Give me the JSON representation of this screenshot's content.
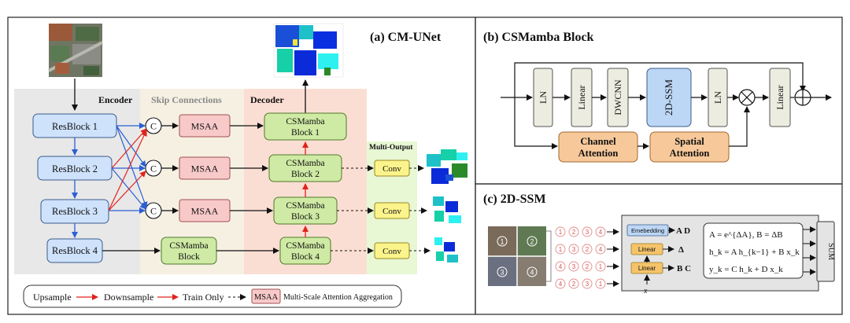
{
  "panel_a": {
    "title": "(a) CM-UNet",
    "encoder_label": "Encoder",
    "skip_label": "Skip Connections",
    "decoder_label": "Decoder",
    "multi_output_label": "Multi-Output",
    "resblocks": [
      "ResBlock 1",
      "ResBlock 2",
      "ResBlock 3",
      "ResBlock 4"
    ],
    "concat_symbol": "C",
    "msaa_label": "MSAA",
    "skip_block": [
      "CSMamba",
      "Block"
    ],
    "decoder_blocks": [
      [
        "CSMamba",
        "Block 1"
      ],
      [
        "CSMamba",
        "Block 2"
      ],
      [
        "CSMamba",
        "Block 3"
      ],
      [
        "CSMamba",
        "Block 4"
      ]
    ],
    "conv_label": "Conv",
    "legend": {
      "upsample": "Upsample",
      "downsample": "Downsample",
      "train_only": "Train Only",
      "msaa": "MSAA",
      "msaa_desc": "Multi-Scale Attention Aggregation"
    }
  },
  "panel_b": {
    "title": "(b) CSMamba Block",
    "blocks": [
      "LN",
      "Linear",
      "DWCNN",
      "2D-SSM",
      "LN",
      "Linear"
    ],
    "channel_attention": [
      "Channel",
      "Attention"
    ],
    "spatial_attention": [
      "Spatial",
      "Attention"
    ]
  },
  "panel_c": {
    "title": "(c) 2D-SSM",
    "quadrants": [
      "1",
      "2",
      "3",
      "4"
    ],
    "scan_orders": [
      [
        "1",
        "2",
        "3",
        "4"
      ],
      [
        "1",
        "3",
        "2",
        "4"
      ],
      [
        "4",
        "3",
        "2",
        "1"
      ],
      [
        "4",
        "2",
        "3",
        "1"
      ]
    ],
    "embedding": "Emebedding",
    "ad_label": "A D",
    "linear": "Linear",
    "delta": "Δ",
    "bc_label": "B C",
    "x_label": "x",
    "eq1": "A = e^{ΔA}, B = ΔB",
    "eq2": "h_k = A h_{k−1} + B x_k",
    "eq3": "y_k = C h_k + D x_k",
    "sum": "SUM"
  },
  "colors": {
    "resblock": "#cfe2fb",
    "msaa": "#f8c9c9",
    "csmamba": "#cfeaa4",
    "conv": "#fbf38b",
    "ssm": "#bcd7f5",
    "attention": "#f7c99a",
    "ln_linear": "#ecece0",
    "encoder_bg": "#e8e8e8",
    "skip_bg": "#f6f0e3",
    "decoder_bg": "#fbded3",
    "multi_bg": "#e8f7d4",
    "down_arrow": "#2a5fd6",
    "up_arrow": "#e0231c"
  }
}
